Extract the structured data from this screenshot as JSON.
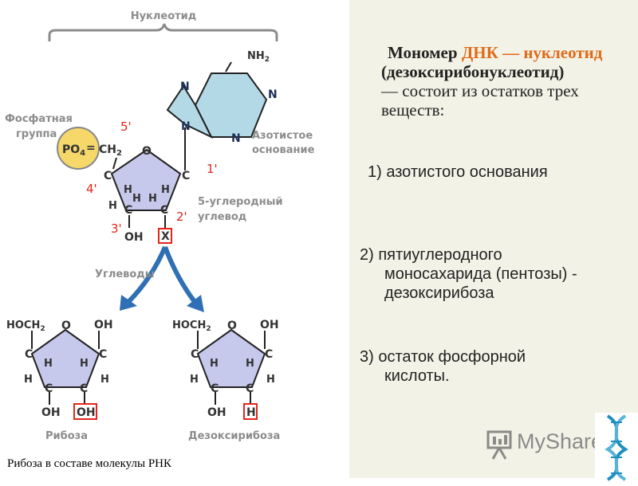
{
  "diagram": {
    "nucleotide_label": "Нуклеотид",
    "phosphate_label": [
      "Фосфатная",
      "группа"
    ],
    "phosphate_formula": "PO4",
    "phosphate_sub": "4",
    "phosphate_prefix": "PO",
    "phosphate_bond": "=",
    "nitrogen_base_label": [
      "Азотистое",
      "основание"
    ],
    "carbon5_label": [
      "5-углеродный",
      "углевод"
    ],
    "carbs_label": "Углеводы",
    "ribose_label": "Рибоза",
    "deoxyribose_label": "Дезоксирибоза",
    "positions": [
      "5'",
      "1'",
      "4'",
      "2'",
      "3'"
    ],
    "nh2": "NH2",
    "ch2": "CH2",
    "hoch2": "HOCH2",
    "atoms": {
      "C": "C",
      "O": "O",
      "H": "H",
      "N": "N",
      "OH": "OH",
      "X": "X"
    },
    "colors": {
      "pentose": "#c6c8ec",
      "base": "#b3d9e6",
      "phosphate": "#f5d869",
      "label": "#8c8c8c",
      "position": "#e2261b",
      "arrow": "#2f6fb5"
    }
  },
  "caption": "Рибоза в составе молекулы РНК",
  "slide": {
    "title_part1": "Мономер ",
    "title_accent": "ДНК — нуклеотид",
    "title_part2": "(дезоксирибонуклеотид)",
    "title_part3": "— состоит из остатков трех веществ:",
    "item1": "1) азотистого основания",
    "item2_line1": "2) пятиуглеродного",
    "item2_line2": "моносахарида (пентозы) -",
    "item2_line3": "дезоксирибоза",
    "item3_line1": "3) остаток фосфорной",
    "item3_line2": "кислоты."
  },
  "watermark": {
    "text": "MyShared",
    "icon": "presentation-board-icon",
    "dna_icon": "dna-helix-icon"
  }
}
